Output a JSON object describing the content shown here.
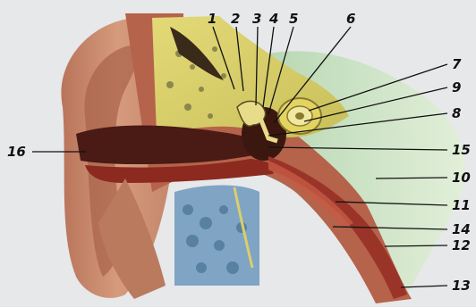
{
  "figure": {
    "labels": [
      "1",
      "2",
      "3",
      "4",
      "5",
      "6",
      "7",
      "8",
      "9",
      "10",
      "11",
      "12",
      "13",
      "14",
      "15",
      "16"
    ],
    "colors": {
      "background": "#e6e8ea",
      "skin": "#c98a6c",
      "canal_dark": "#4a1a14",
      "canal_red": "#8c2a20",
      "bone_yellow": "#d9cf6e",
      "cartilage_mint": "#cfe3c8",
      "blue_tissue": "#7fa4c4",
      "tube_red": "#9b3428"
    }
  }
}
